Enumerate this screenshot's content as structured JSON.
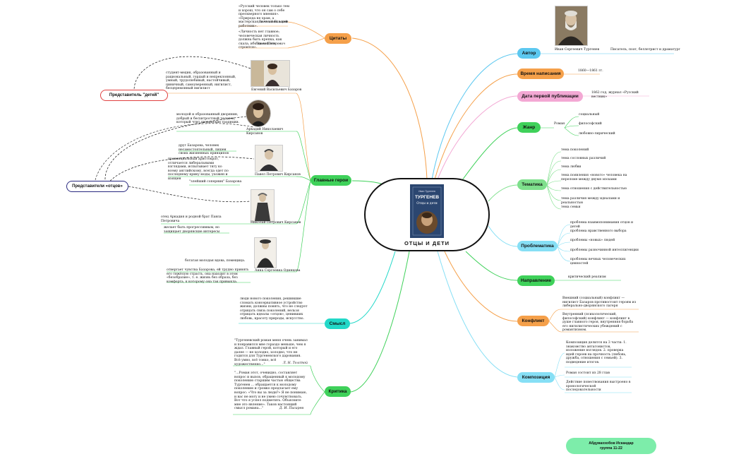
{
  "center": {
    "title": "ОТЦЫ И ДЕТИ",
    "book_author": "Иван Тургенев",
    "book_title_line1": "ТУРГЕНЕВ",
    "book_title_line2": "Отцы и дети"
  },
  "branches": {
    "quotes": {
      "label": "Цитаты",
      "color": "#f5a04a"
    },
    "heroes": {
      "label": "Главные герои",
      "color": "#3fd15a"
    },
    "meaning": {
      "label": "Смысл",
      "color": "#22d8c8"
    },
    "critics": {
      "label": "Критика",
      "color": "#3fd15a"
    },
    "author": {
      "label": "Автор",
      "color": "#5cc8f0"
    },
    "time": {
      "label": "Время написания",
      "color": "#f5a04a"
    },
    "publication": {
      "label": "Дата первой публикации",
      "color": "#f3a8d4"
    },
    "genre": {
      "label": "Жанр",
      "color": "#3fd15a"
    },
    "theme": {
      "label": "Тематика",
      "color": "#7ee08c"
    },
    "problems": {
      "label": "Проблематика",
      "color": "#86dff5"
    },
    "direction": {
      "label": "Направление",
      "color": "#3fd15a"
    },
    "conflict": {
      "label": "Конфликт",
      "color": "#f5a04a"
    },
    "composition": {
      "label": "Композиция",
      "color": "#86dff5"
    }
  },
  "quotes": [
    {
      "text": "«Русский человек только тем и хорош, что он сам о себе прескверного мнения». «Природа не храм, а мастерская, и человек в ней работник».",
      "author": "Евгений Базаров"
    },
    {
      "text": "«Личность нет главное; человеческая личность должна быть крепка, как скала, ибо на ней все строится».",
      "author": "Павел Петрович"
    }
  ],
  "representatives": {
    "children": "Представитель \"детей\"",
    "fathers": "Представители «отцов»"
  },
  "heroes": [
    {
      "name": "Евгений Васильевич Базаров",
      "desc": "студент-медик, образованный и рациональный, гордый и непреклонный, умный, трудолюбивый, настойчивый, циничный, самоуверенный, нигилист, бесцеремонный нигилист"
    },
    {
      "name": "Аркадий Николаевич Кирсанов",
      "desc": "молодой и образованный дворянин, добрый и бесхитростный человек, который чтит дворянские традиции.",
      "desc2": "друг Базарова, человек несамостоятельный, лишен своих жизненных принципов"
    },
    {
      "name": "Павел Петрович Кирсанов",
      "desc": "провинциальный аристократ, отличается либеральными взглядами, испытывает тягу ко всему английскому, всегда одет по последнему крику моды, ухожен и изящен",
      "desc2": "\"злейший соперник\" Базарова"
    },
    {
      "name": "Николай Петрович Кирсанов",
      "desc": "отец Аркадия и родной брат Павла Петровича",
      "desc2": "желает быть прогрессивным, но защищает дворянские интересы"
    },
    {
      "name": "Анна Сергеевна Одинцова",
      "desc": "богатая молодая вдова, помещица.",
      "desc2": "отвергает чувства Базарова, ей трудно принять его тяжёлую страсть, она находит в этом «безобразие», т. е. жизнь без образа, без комфорта, к которому она так привыкла."
    }
  ],
  "meaning": "люди нового поколения, решившие сломать консервативное устройство жизни, должны понять, что не следует отрицать связь поколений, нельзя отрицать идеалы «отцов», ценивших любовь, красоту природы, искусство.",
  "critics": [
    {
      "text": "\"Тургеневский роман меня очень занимал и понравился мне гораздо меньше, чем я ждал. Главный герой, который и его далее — не холодно, холодно, что не годится для Тургеневского дарования. Всё умно, всё тонко, всё художественно...\"",
      "author": "Л. Н. Толстой"
    },
    {
      "text": "\"...Роман этот, очевидно, составляет вопрос и вызов, обращенный к молодому поколению старшим частью общества Тургенев ... обращается к молодому поколению и громко предлагает ему вопрос: «Что вы за люди?» Я не понимаю, и вас не могу и не умею сочувствовать. Вот что я успел подметить. Объясните мне это явление». Таков настоящий смысл романа...\"",
      "author": "Д. И. Писарев"
    }
  ],
  "author": {
    "name": "Иван Сергеевич Тургенев",
    "desc": "Писатель, поэт, беллетрист и драматург"
  },
  "time": "1860—1861 гг.",
  "publication": "1862 год, журнал «Русский вестник»",
  "genre": {
    "main": "Роман",
    "subs": [
      "социальный",
      "философский",
      "любовно-лирический"
    ]
  },
  "themes": [
    "тема поколений",
    "тема сословных различий",
    "тема любви",
    "тема появления «нового» человека на переломе между двумя эпохами",
    "тема отношения с действительностью",
    "тема различия между идеалами и реальностью",
    "тема семьи"
  ],
  "problems": [
    "проблема взаимопонимания отцов и детей",
    "проблема нравственного выбора",
    "проблемы «новых» людей",
    "проблемы разночинной интеллигенции",
    "проблемы вечных человеческих ценностей"
  ],
  "direction": "критический реализм",
  "conflicts": [
    "Внешний (социальный) конфликт — нигилист Базаров противостоит героям из либерально-дворянского лагеря",
    "Внутренний (психологический, философский) конфликт — конфликт в душе главного героя, внутренняя борьба его нигилистических убеждений с романтизмом."
  ],
  "composition": [
    "Композиция делится на 3 части: 1. знакомство антагонистов, изложение взглядов. 2. проверка идей героев на прочность (любовь, дружба, отношения с семьей). 3. подведение итогов.",
    "Роман состоит из 28 глав",
    "Действие повествования выстроено в хронологической последовательности"
  ],
  "footer": {
    "line1": "Абдуваххобов Искандар",
    "line2": "группа 11-22",
    "color": "#7dedaa"
  }
}
